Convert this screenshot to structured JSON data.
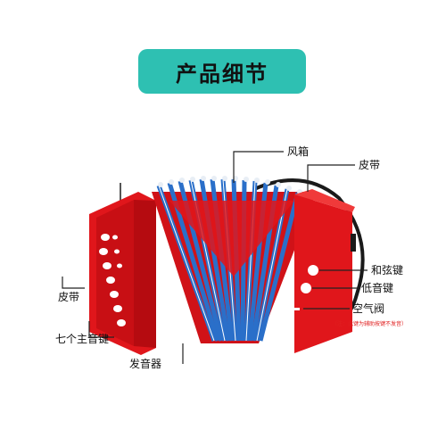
{
  "title": "产品细节",
  "labels": {
    "bellows": "风箱",
    "strap_right": "皮带",
    "chord_keys": "和弦键",
    "bass_keys": "低音键",
    "air_valve": "空气阀",
    "note": "（注：此键为辅助按键不发音）",
    "strap_left": "皮带",
    "main_keys": "七个主音键",
    "reed": "发音器"
  },
  "colors": {
    "background": "#ffffff",
    "title_pill": "#2ec0b2",
    "body_red": "#e0161b",
    "bellows_blue": "#2a6fc9",
    "key_white": "#ffffff",
    "note_red": "#e02020",
    "leader_line": "#222222"
  }
}
